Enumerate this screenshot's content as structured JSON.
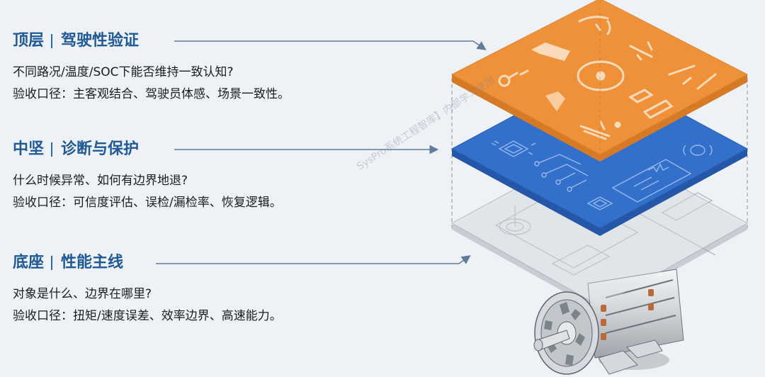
{
  "layers": [
    {
      "id": "top",
      "tier": "顶层",
      "name": "驾驶性验证",
      "question": "不同路况/温度/SOC下能否维持一致认知?",
      "acceptance": "验收口径：主客观结合、驾驶员体感、场景一致性。",
      "plate_color": "#f0923a",
      "icons": [
        "gauge-icon",
        "car-icon",
        "road-lines-icon",
        "thermometer-icon",
        "steering-wheel-icon",
        "lane-icon",
        "seat-icon",
        "pedals-icon",
        "warning-road-icon"
      ]
    },
    {
      "id": "middle",
      "tier": "中坚",
      "name": "诊断与保护",
      "question": "什么时候异常、如何有边界地退?",
      "acceptance": "验收口径：可信度评估、误检/漏检率、恢复逻辑。",
      "plate_color": "#2f6bc6",
      "icons": [
        "chip-icon",
        "circuit-icon",
        "sensor-icon",
        "monitor-waveform-icon",
        "small-chip-icon"
      ]
    },
    {
      "id": "base",
      "tier": "底座",
      "name": "性能主线",
      "question": "对象是什么、边界在哪里?",
      "acceptance": "验收口径：扭矩/速度误差、效率边界、高速能力。",
      "plate_color": "#d8dde3",
      "icons": [
        "blueprint-drawing-icon",
        "electric-motor-icon"
      ]
    }
  ],
  "colors": {
    "background": "#eef2f6",
    "title_blue": "#1f5a96",
    "body_text": "#1c1c1c",
    "arrow": "#5f7c99",
    "orange": "#f0923a",
    "blue": "#2f6bc6",
    "gray": "#d8dde3"
  },
  "watermark": "SysPro系统工程智库】内部学习使用"
}
